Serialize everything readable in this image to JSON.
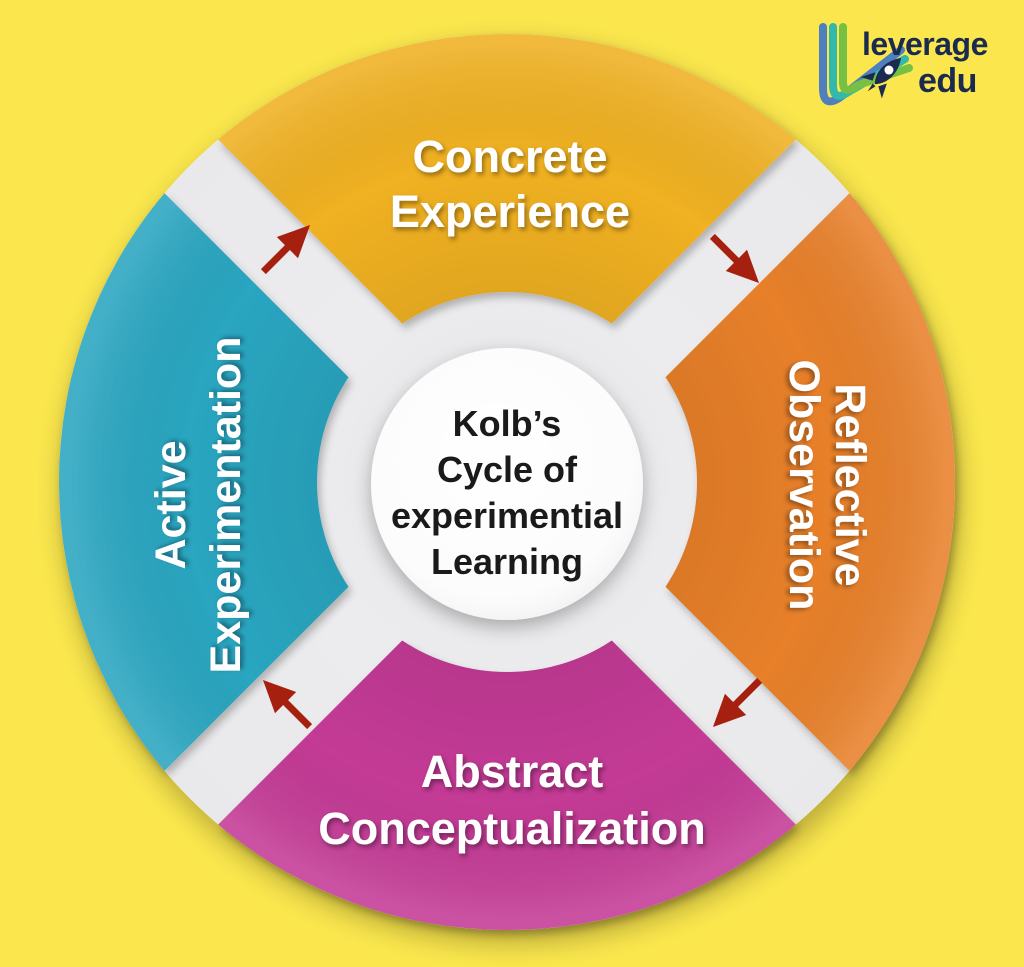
{
  "background_color": "#FBE74D",
  "diagram_title_note": "Kolb cycle infographic",
  "center": {
    "lines": [
      "Kolb’s",
      "Cycle of",
      "experimential",
      "Learning"
    ],
    "circle_color": "#FCFCFD",
    "text_color": "#1A1A1A"
  },
  "quadrants": [
    {
      "id": "top",
      "label_lines": [
        "Concrete",
        "Experience"
      ],
      "color": "#F0B122"
    },
    {
      "id": "right",
      "label_lines": [
        "Reflective",
        "Observation"
      ],
      "color": "#E8802B"
    },
    {
      "id": "bottom",
      "label_lines": [
        "Abstract",
        "Conceptualization"
      ],
      "color": "#C43A96"
    },
    {
      "id": "left",
      "label_lines": [
        "Active",
        "Experimentation"
      ],
      "color": "#2BA6C1"
    }
  ],
  "arrows": {
    "color": "#A6200F",
    "direction": "clockwise",
    "count": 4
  },
  "divider_band_color": "#EBEBED",
  "logo": {
    "word1": "leverage",
    "word2": "edu",
    "text_color": "#1B2B4F",
    "stroke_colors": [
      "#4E7FBE",
      "#33B9A9",
      "#76C043"
    ]
  }
}
